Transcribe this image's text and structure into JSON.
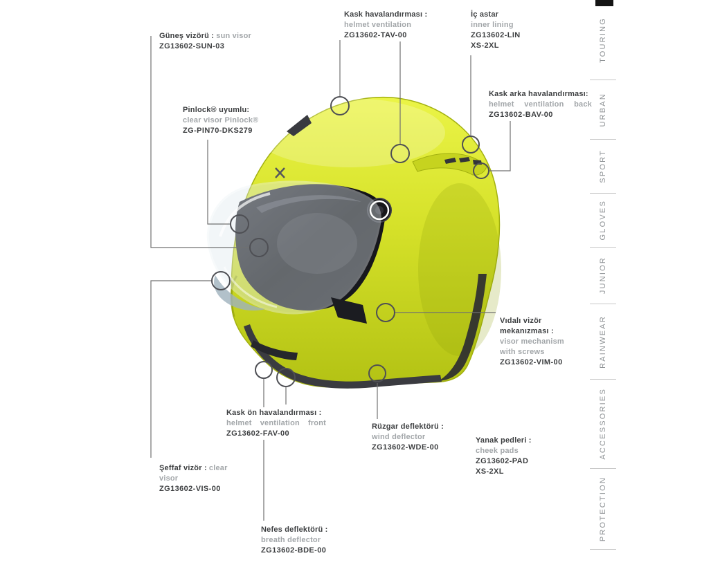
{
  "page": {
    "title": "Modular helmet spare parts diagram"
  },
  "colors": {
    "helmet_yellow": "#d5e129",
    "text_dark": "#3d3f41",
    "text_gray": "#a2a6a9",
    "line_gray": "#707070"
  },
  "sidebar": {
    "categories": [
      "TOURING",
      "URBAN",
      "SPORT",
      "GLOVES",
      "JUNIOR",
      "RAINWEAR",
      "ACCESSORIES",
      "PROTECTION"
    ]
  },
  "callouts": {
    "sun_visor": {
      "title": "Güneş vizörü :",
      "subtitle": "sun visor",
      "code": "ZG13602-SUN-03"
    },
    "helmet_ventilation": {
      "title": "Kask havalandırması :",
      "subtitle": "helmet ventilation",
      "code": "ZG13602-TAV-00"
    },
    "inner_lining": {
      "title": "İç astar",
      "subtitle": "inner lining",
      "code": "ZG13602-LIN",
      "size": "XS-2XL"
    },
    "ventilation_back": {
      "title": "Kask arka havalandırması:",
      "subtitle": "helmet ventilation back",
      "code": "ZG13602-BAV-00"
    },
    "pinlock": {
      "title": "Pinlock® uyumlu:",
      "subtitle": "clear visor Pinlock®",
      "code": "ZG-PIN70-DKS279"
    },
    "visor_mechanism": {
      "title": "Vıdalı vizör mekanızması :",
      "subtitle": "visor mechanism with screws",
      "code": "ZG13602-VIM-00"
    },
    "ventilation_front": {
      "title": "Kask ön havalandırması :",
      "subtitle": "helmet ventilation front",
      "code": "ZG13602-FAV-00"
    },
    "wind_deflector": {
      "title": "Rüzgar deflektörü :",
      "subtitle": "wind deflector",
      "code": "ZG13602-WDE-00"
    },
    "cheek_pads": {
      "title": "Yanak pedleri :",
      "subtitle": "cheek pads",
      "code": "ZG13602-PAD",
      "size": "XS-2XL"
    },
    "clear_visor": {
      "title": "Şeffaf vizör :",
      "subtitle": "clear visor",
      "code": "ZG13602-VIS-00"
    },
    "breath_deflector": {
      "title": "Nefes deflektörü :",
      "subtitle": "breath deflector",
      "code": "ZG13602-BDE-00"
    }
  }
}
